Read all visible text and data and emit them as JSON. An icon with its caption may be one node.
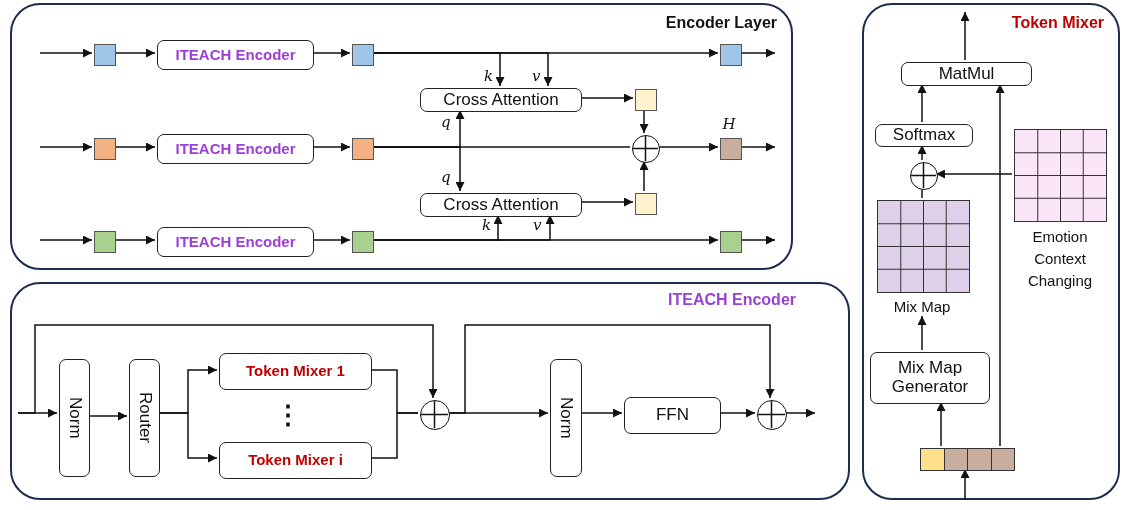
{
  "diagram": {
    "nodes": [
      {
        "text": [
          "Encoder Layer"
        ]
      },
      {
        "text": [],
        "shape": "box",
        "in": 0
      },
      {
        "text": [
          "ITEACH Encoder"
        ],
        "in": 0
      },
      {
        "text": [],
        "shape": "box",
        "in": 0
      },
      {
        "text": [],
        "shape": "box",
        "in": 0
      },
      {
        "text": [],
        "shape": "box",
        "in": 0
      },
      {
        "text": [
          "ITEACH Encoder"
        ],
        "in": 0
      },
      {
        "text": [],
        "shape": "box",
        "in": 0
      },
      {
        "text": [
          "Cross Attention"
        ],
        "in": 0
      },
      {
        "text": [],
        "shape": "box",
        "in": 0
      },
      {
        "text": [],
        "shape": "circle",
        "in": 0
      },
      {
        "text": [],
        "shape": "box",
        "beside": [
          "H"
        ],
        "in": 0
      },
      {
        "text": [
          "Cross Attention"
        ],
        "in": 0
      },
      {
        "text": [],
        "shape": "box",
        "in": 0
      },
      {
        "text": [],
        "shape": "box",
        "in": 0
      },
      {
        "text": [
          "ITEACH Encoder"
        ],
        "in": 0
      },
      {
        "text": [],
        "shape": "box",
        "in": 0
      },
      {
        "text": [],
        "shape": "box",
        "in": 0
      },
      {
        "text": [
          "ITEACH Encoder"
        ]
      },
      {
        "text": [
          "Norm"
        ],
        "in": 18
      },
      {
        "text": [
          "Router"
        ],
        "in": 18
      },
      {
        "text": [
          "Token Mixer 1"
        ],
        "in": 18
      },
      {
        "text": [
          "Token Mixer i"
        ],
        "in": 18
      },
      {
        "text": [],
        "shape": "circle",
        "in": 18
      },
      {
        "text": [
          "Norm"
        ],
        "in": 18
      },
      {
        "text": [
          "FFN"
        ],
        "in": 18
      },
      {
        "text": [],
        "shape": "circle",
        "in": 18
      },
      {
        "text": [
          "Token Mixer"
        ]
      },
      {
        "text": [
          "MatMul"
        ],
        "in": 27
      },
      {
        "text": [
          "Softmax"
        ],
        "in": 27
      },
      {
        "text": [],
        "shape": "circle",
        "in": 27
      },
      {
        "text": [],
        "shape": "box",
        "beside": [
          "Mix Map"
        ],
        "in": 27
      },
      {
        "text": [],
        "shape": "box",
        "beside": [
          "Emotion Context Changing"
        ],
        "in": 27
      },
      {
        "text": [
          "Mix Map Generator"
        ],
        "in": 27
      },
      {
        "text": [],
        "shape": "bar",
        "in": 27
      }
    ],
    "edges": [
      {
        "from": null,
        "to": 1,
        "arrow": "to"
      },
      {
        "from": 1,
        "to": 2,
        "arrow": "to"
      },
      {
        "from": 2,
        "to": 3,
        "arrow": "to"
      },
      {
        "from": 3,
        "to": 4,
        "arrow": "to"
      },
      {
        "from": 4,
        "to": null,
        "arrow": "to"
      },
      {
        "from": 3,
        "to": 8,
        "arrow": "to",
        "label": "k"
      },
      {
        "from": 3,
        "to": 8,
        "arrow": "to",
        "label": "v"
      },
      {
        "from": null,
        "to": 5,
        "arrow": "to"
      },
      {
        "from": 5,
        "to": 6,
        "arrow": "to"
      },
      {
        "from": 6,
        "to": 7,
        "arrow": "to"
      },
      {
        "from": 7,
        "to": 10,
        "arrow": "none"
      },
      {
        "from": 10,
        "to": 11,
        "arrow": "to"
      },
      {
        "from": 11,
        "to": null,
        "arrow": "to"
      },
      {
        "from": 7,
        "to": 8,
        "arrow": "to",
        "label": "q"
      },
      {
        "from": 7,
        "to": 12,
        "arrow": "to",
        "label": "q"
      },
      {
        "from": 8,
        "to": 9,
        "arrow": "to"
      },
      {
        "from": 9,
        "to": 10,
        "arrow": "to"
      },
      {
        "from": null,
        "to": 14,
        "arrow": "to"
      },
      {
        "from": 14,
        "to": 15,
        "arrow": "to"
      },
      {
        "from": 15,
        "to": 16,
        "arrow": "to"
      },
      {
        "from": 16,
        "to": 17,
        "arrow": "to"
      },
      {
        "from": 17,
        "to": null,
        "arrow": "to"
      },
      {
        "from": 16,
        "to": 12,
        "arrow": "to",
        "label": "k"
      },
      {
        "from": 16,
        "to": 12,
        "arrow": "to",
        "label": "v"
      },
      {
        "from": 12,
        "to": 13,
        "arrow": "to"
      },
      {
        "from": 13,
        "to": 10,
        "arrow": "to"
      },
      {
        "from": null,
        "to": 19,
        "arrow": "to"
      },
      {
        "from": null,
        "to": 23,
        "arrow": "to"
      },
      {
        "from": 19,
        "to": 20,
        "arrow": "to"
      },
      {
        "from": 20,
        "to": 21,
        "arrow": "to"
      },
      {
        "from": 20,
        "to": 22,
        "arrow": "to"
      },
      {
        "from": 21,
        "to": 23,
        "arrow": "none"
      },
      {
        "from": 22,
        "to": 23,
        "arrow": "none"
      },
      {
        "from": 23,
        "to": 24,
        "arrow": "to"
      },
      {
        "from": 23,
        "to": 26,
        "arrow": "to"
      },
      {
        "from": 24,
        "to": 25,
        "arrow": "to"
      },
      {
        "from": 25,
        "to": 26,
        "arrow": "to"
      },
      {
        "from": 26,
        "to": null,
        "arrow": "to"
      },
      {
        "from": null,
        "to": 34,
        "arrow": "to"
      },
      {
        "from": 34,
        "to": 33,
        "arrow": "to"
      },
      {
        "from": 34,
        "to": 28,
        "arrow": "to"
      },
      {
        "from": 33,
        "to": 31,
        "arrow": "to"
      },
      {
        "from": 31,
        "to": 30,
        "arrow": "none"
      },
      {
        "from": 32,
        "to": 30,
        "arrow": "to"
      },
      {
        "from": 30,
        "to": 29,
        "arrow": "to"
      },
      {
        "from": 29,
        "to": 28,
        "arrow": "to"
      },
      {
        "from": 28,
        "to": null,
        "arrow": "to"
      }
    ],
    "labels": [
      "⋮"
    ]
  }
}
